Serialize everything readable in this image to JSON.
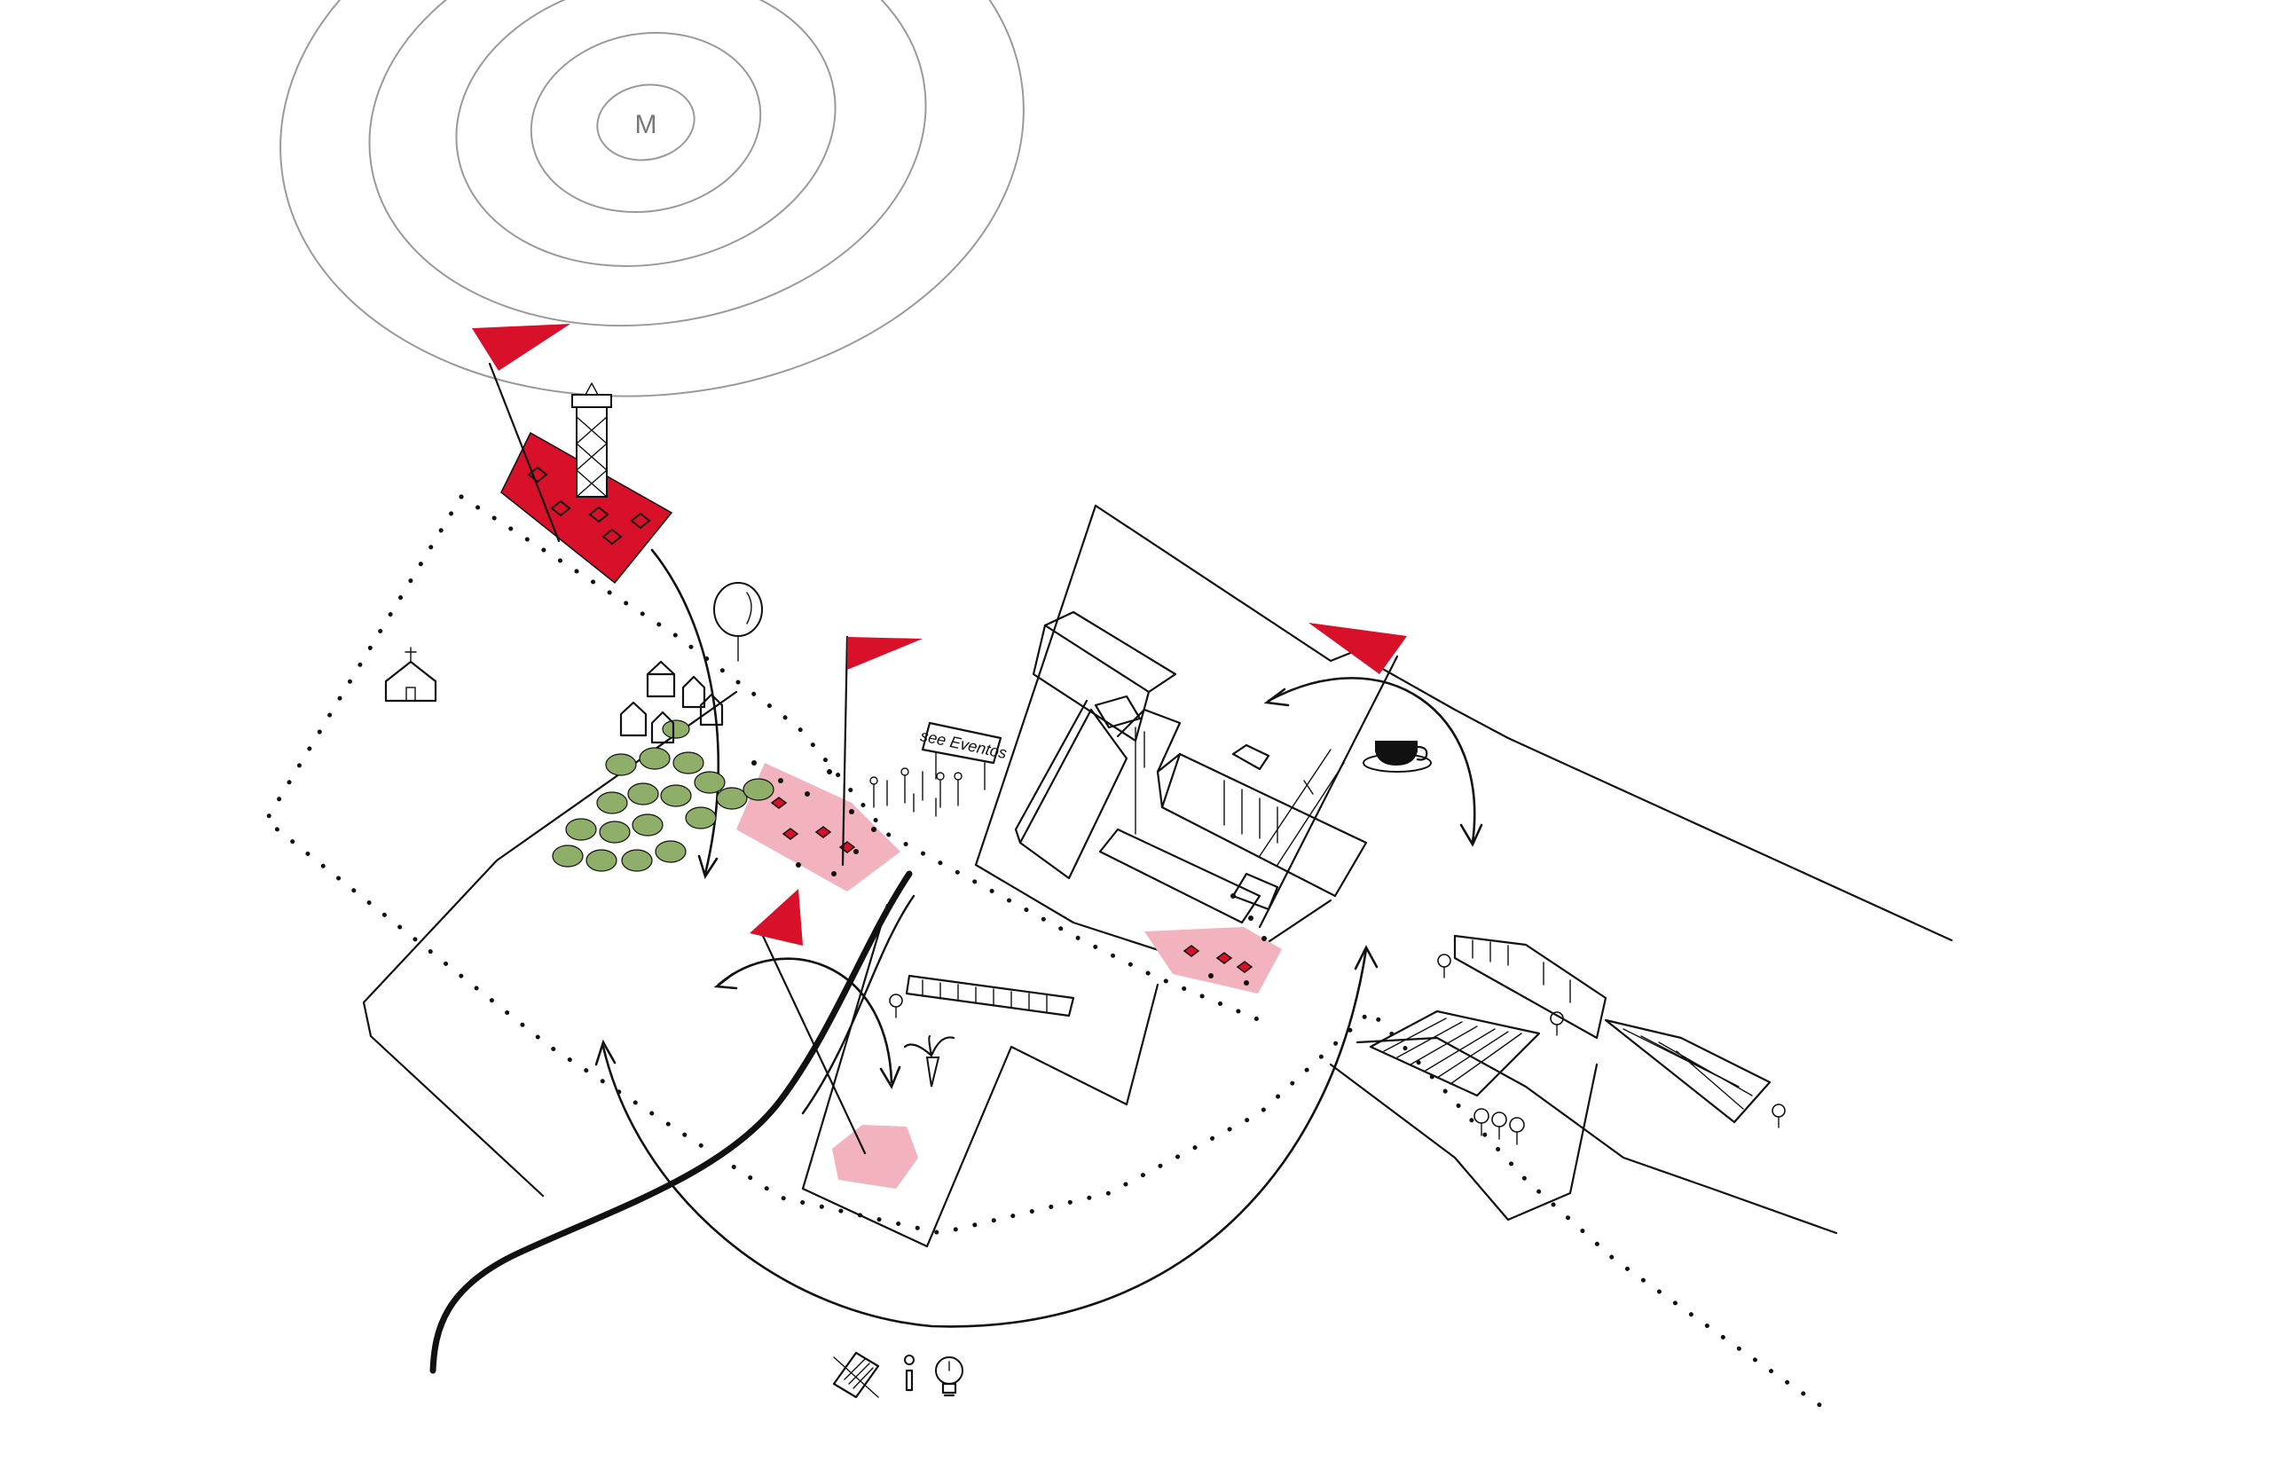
{
  "colors": {
    "ink": "#111111",
    "flag": "#d8102a",
    "zone_red": "#d8102a",
    "zone_pink": "#f2b3be",
    "trees": "#8fae6a",
    "contour": "#9a9a9a",
    "background": "#ffffff"
  },
  "summit": {
    "marker": "M"
  },
  "sign": {
    "text": "see Eventos"
  },
  "flags": [
    {
      "name": "flag-summit",
      "color": "#d8102a"
    },
    {
      "name": "flag-village",
      "color": "#d8102a"
    },
    {
      "name": "flag-riverside",
      "color": "#d8102a"
    },
    {
      "name": "flag-complex",
      "color": "#d8102a"
    }
  ],
  "icons": [
    "watch-tower-icon",
    "chapel-icon",
    "tree-icon",
    "coffee-cup-icon",
    "carrot-icon",
    "document-icon",
    "person-icon",
    "lightbulb-icon",
    "umbrella-icon"
  ]
}
